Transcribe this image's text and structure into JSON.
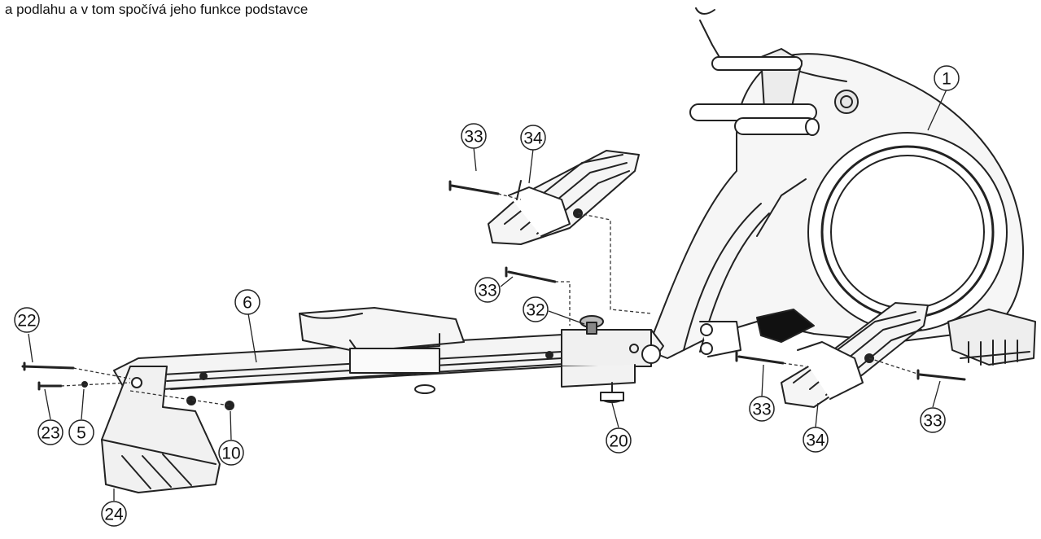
{
  "caption": "a podlahu a v tom spočívá jeho funkce podstavce",
  "parts": {
    "p1": "1",
    "p33a": "33",
    "p34a": "34",
    "p33b": "33",
    "p32": "32",
    "p22": "22",
    "p6": "6",
    "p23": "23",
    "p5": "5",
    "p10": "10",
    "p24": "24",
    "p20": "20",
    "p33c": "33",
    "p34b": "34",
    "p33d": "33"
  }
}
